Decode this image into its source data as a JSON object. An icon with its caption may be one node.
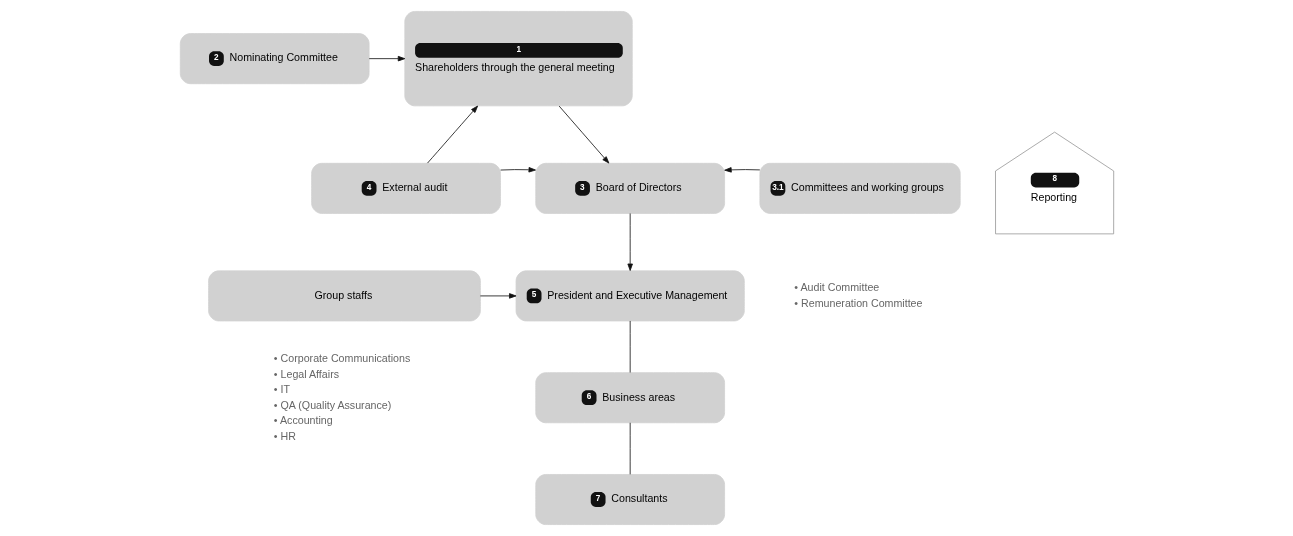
{
  "diagram": {
    "nodes": [
      {
        "text": [
          "1",
          "Shareholders through the general meeting"
        ]
      },
      {
        "text": [
          "2",
          "Nominating Committee"
        ]
      },
      {
        "text": [
          "4",
          "External audit"
        ]
      },
      {
        "text": [
          "3",
          "Board of Directors"
        ]
      },
      {
        "text": [
          "3.1",
          "Committees and working groups"
        ],
        "beside": [
          "• Audit Committee",
          "• Remuneration Committee"
        ]
      },
      {
        "text": [
          "8",
          "Reporting"
        ]
      },
      {
        "text": [
          "Group staffs"
        ],
        "beside": [
          "• Corporate Communications",
          "• Legal Affairs",
          "• IT",
          "• QA (Quality Assurance)",
          "• Accounting",
          "• HR"
        ]
      },
      {
        "text": [
          "5",
          "President and Executive Management"
        ]
      },
      {
        "text": [
          "6",
          "Business areas"
        ]
      },
      {
        "text": [
          "7",
          "Consultants"
        ]
      }
    ],
    "edges": [
      {
        "from": 2,
        "to": 0,
        "arrow": "to"
      },
      {
        "from": 1,
        "to": 0,
        "arrow": "to"
      },
      {
        "from": 0,
        "to": 3,
        "arrow": "to"
      },
      {
        "from": 2,
        "to": 3,
        "arrow": "to"
      },
      {
        "from": 4,
        "to": 3,
        "arrow": "to"
      },
      {
        "from": 3,
        "to": 7,
        "arrow": "to"
      },
      {
        "from": 6,
        "to": 7,
        "arrow": "to"
      },
      {
        "from": 7,
        "to": 8,
        "arrow": "none"
      },
      {
        "from": 8,
        "to": 9,
        "arrow": "none"
      }
    ]
  }
}
